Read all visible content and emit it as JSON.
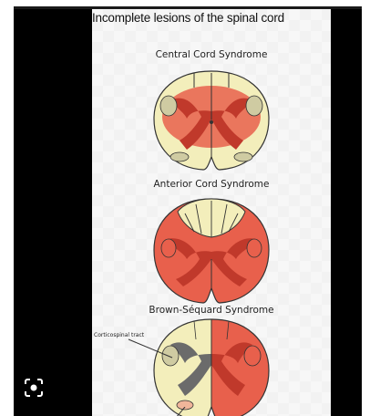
{
  "figure": {
    "title": "Incomplete lesions of the spinal cord",
    "sections": [
      {
        "label": "Central Cord Syndrome"
      },
      {
        "label": "Anterior Cord Syndrome"
      },
      {
        "label": "Brown-Séquard Syndrome"
      }
    ],
    "annotation": "Corticospinal tract"
  },
  "colors": {
    "cord": "#f3eebb",
    "grey_matter": "#6b6b6b",
    "lesion": "#e8604c",
    "lesion_dark": "#c0392b",
    "tract": "#cfcba2"
  },
  "viewer": {
    "icon": "lens-search-icon"
  }
}
